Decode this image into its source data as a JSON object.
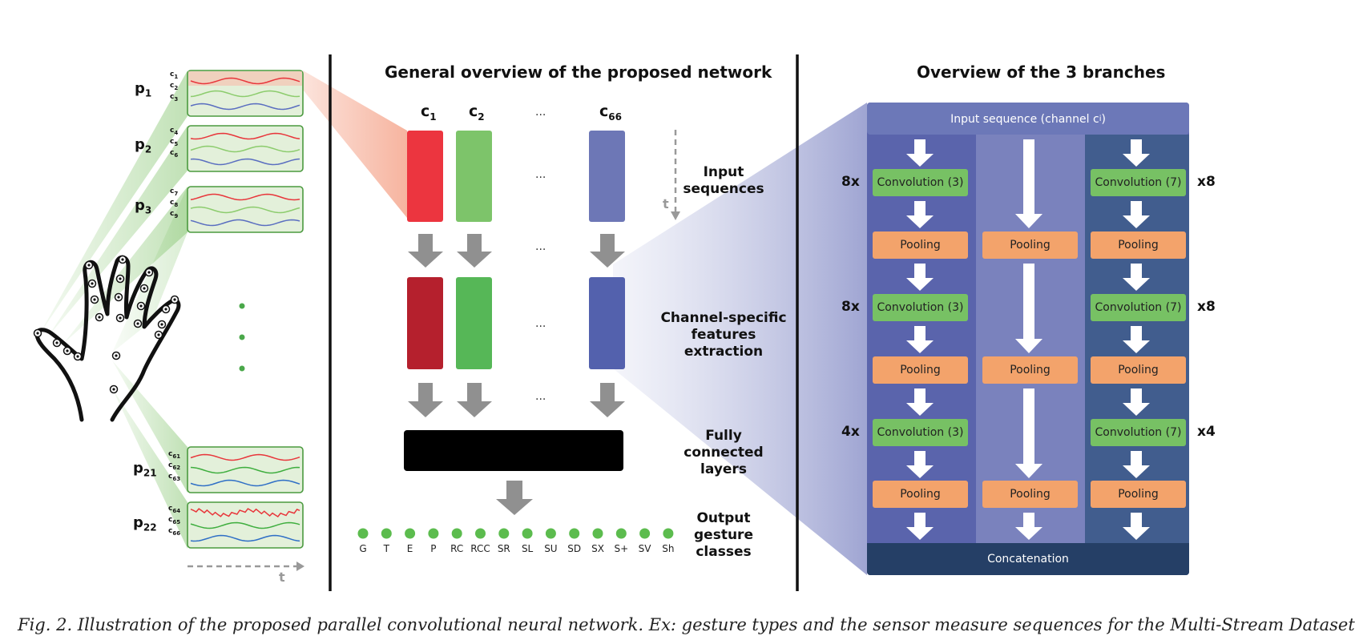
{
  "headers": {
    "middle": "General overview of the proposed network",
    "right": "Overview of the 3 branches"
  },
  "parts": [
    {
      "name": "p",
      "sub": "1",
      "channels": [
        {
          "c": "c",
          "s": "1"
        },
        {
          "c": "c",
          "s": "2"
        },
        {
          "c": "c",
          "s": "3"
        }
      ]
    },
    {
      "name": "p",
      "sub": "2",
      "channels": [
        {
          "c": "c",
          "s": "4"
        },
        {
          "c": "c",
          "s": "5"
        },
        {
          "c": "c",
          "s": "6"
        }
      ]
    },
    {
      "name": "p",
      "sub": "3",
      "channels": [
        {
          "c": "c",
          "s": "7"
        },
        {
          "c": "c",
          "s": "8"
        },
        {
          "c": "c",
          "s": "9"
        }
      ]
    },
    {
      "name": "p",
      "sub": "21",
      "channels": [
        {
          "c": "c",
          "s": "61"
        },
        {
          "c": "c",
          "s": "62"
        },
        {
          "c": "c",
          "s": "63"
        }
      ]
    },
    {
      "name": "p",
      "sub": "22",
      "channels": [
        {
          "c": "c",
          "s": "64"
        },
        {
          "c": "c",
          "s": "65"
        },
        {
          "c": "c",
          "s": "66"
        }
      ]
    }
  ],
  "time_label": "t",
  "columns": [
    {
      "c": "c",
      "sub": "1"
    },
    {
      "c": "c",
      "sub": "2"
    },
    {
      "text": "..."
    },
    {
      "c": "c",
      "sub": "66"
    }
  ],
  "ellipsis": "...",
  "stages": {
    "input": [
      "Input",
      "sequences"
    ],
    "features": [
      "Channel-specific",
      "features",
      "extraction"
    ],
    "fc": [
      "Fully",
      "connected",
      "layers"
    ],
    "output": [
      "Output",
      "gesture",
      "classes"
    ]
  },
  "classes": [
    "G",
    "T",
    "E",
    "P",
    "RC",
    "RCC",
    "SR",
    "SL",
    "SU",
    "SD",
    "SX",
    "S+",
    "SV",
    "Sh"
  ],
  "branches": {
    "input_label": "Input sequence (channel c",
    "input_sub": "i",
    "input_close": ")",
    "concat_label": "Concatenation",
    "left_mults": [
      "8x",
      "8x",
      "4x"
    ],
    "right_mults": [
      "x8",
      "x8",
      "x4"
    ],
    "conv_left": "Convolution (3)",
    "conv_right": "Convolution (7)",
    "pool": "Pooling"
  },
  "caption": "Fig. 2.   Illustration of the proposed parallel convolutional neural network. Ex: gesture types and the sensor measure sequences for the Multi-Stream Dataset",
  "colors": {
    "red_input": "#ec353f",
    "red_feature": "#b5202d",
    "green_input": "#7dc46a",
    "green_feature": "#56b757",
    "purple_input": "#6d77b6",
    "purple_feature": "#5361ad",
    "branch_left": "#5a64ac",
    "branch_mid": "#7a82bd",
    "branch_right": "#415d8e",
    "header_band": "#6c78b8",
    "concat": "#253f66",
    "conv": "#77c164",
    "pool": "#f3a36b",
    "arrow_gray": "#909090"
  }
}
